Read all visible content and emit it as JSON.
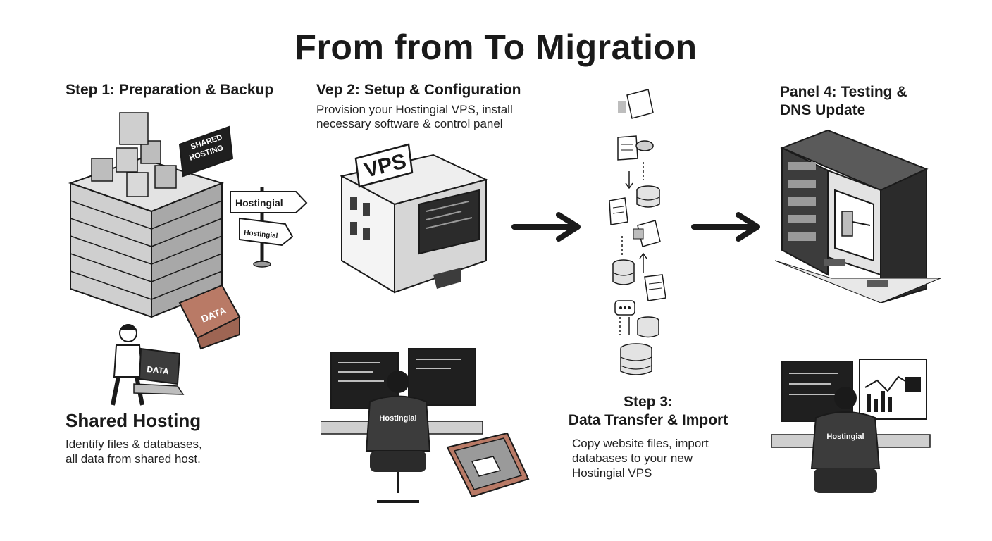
{
  "title": "From from To Migration",
  "step1": {
    "heading": "Step 1: Preparation & Backup",
    "sign_text_line1": "SHARED",
    "sign_text_line2": "HOSTING",
    "signpost_top": "Hostingial",
    "signpost_bottom": "Hostingial",
    "suitcase_label": "DATA",
    "laptop_label": "DATA",
    "subtitle": "Shared Hosting",
    "desc_line1": "Identify files & databases,",
    "desc_line2": "all data from shared host."
  },
  "step2": {
    "heading": "Vep 2: Setup & Configuration",
    "desc_line1": "Provision your Hostingial VPS, install",
    "desc_line2": "necessary software & control panel",
    "building_sign": "VPS",
    "shirt_label": "Hostingial"
  },
  "step3": {
    "heading_line1": "Step 3:",
    "heading_line2": "Data Transfer & Import",
    "desc_line1": "Copy website files, import",
    "desc_line2": "databases to your new",
    "desc_line3": "Hostingial VPS"
  },
  "step4": {
    "heading_line1": "Panel 4: Testing &",
    "heading_line2": "DNS Update",
    "shirt_label": "Hostingial"
  },
  "colors": {
    "ink": "#1a1a1a",
    "gray": "#9a9a9a",
    "light_gray": "#d6d6d6",
    "dark_gray": "#3c3c3c",
    "suitcase": "#b97a66"
  }
}
